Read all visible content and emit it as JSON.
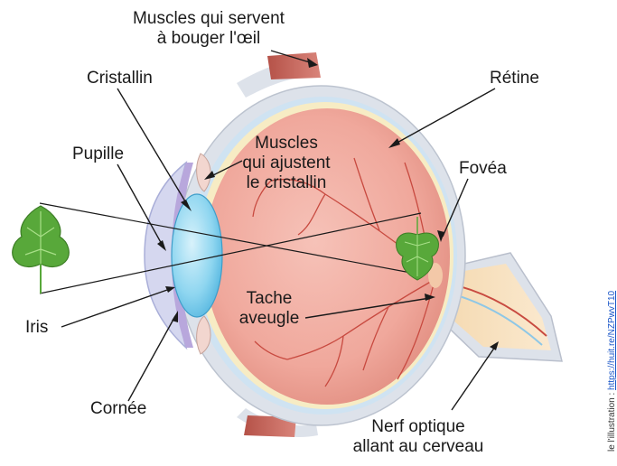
{
  "diagram": {
    "labels": {
      "muscles_move_line1": "Muscles qui servent",
      "muscles_move_line2": "à bouger l'œil",
      "cristallin": "Cristallin",
      "retine": "Rétine",
      "pupille": "Pupille",
      "muscles_adjust_line1": "Muscles",
      "muscles_adjust_line2": "qui ajustent",
      "muscles_adjust_line3": "le cristallin",
      "fovea": "Fovéa",
      "iris": "Iris",
      "tache_line1": "Tache",
      "tache_line2": "aveugle",
      "cornee": "Cornée",
      "nerf_line1": "Nerf optique",
      "nerf_line2": "allant au cerveau"
    },
    "credit": {
      "prefix": "le l'illustration : ",
      "link": "https://huit.re/NZPwvT10"
    },
    "colors": {
      "eyeball": "#f0a89c",
      "sclera": "#dcdfe6",
      "retina": "#f7ecc4",
      "lens": "#7fd0ee",
      "muscle": "#c8645a",
      "leaf": "#58a83a",
      "vessel": "#c84a40",
      "credit_link": "#1a56c8"
    }
  }
}
